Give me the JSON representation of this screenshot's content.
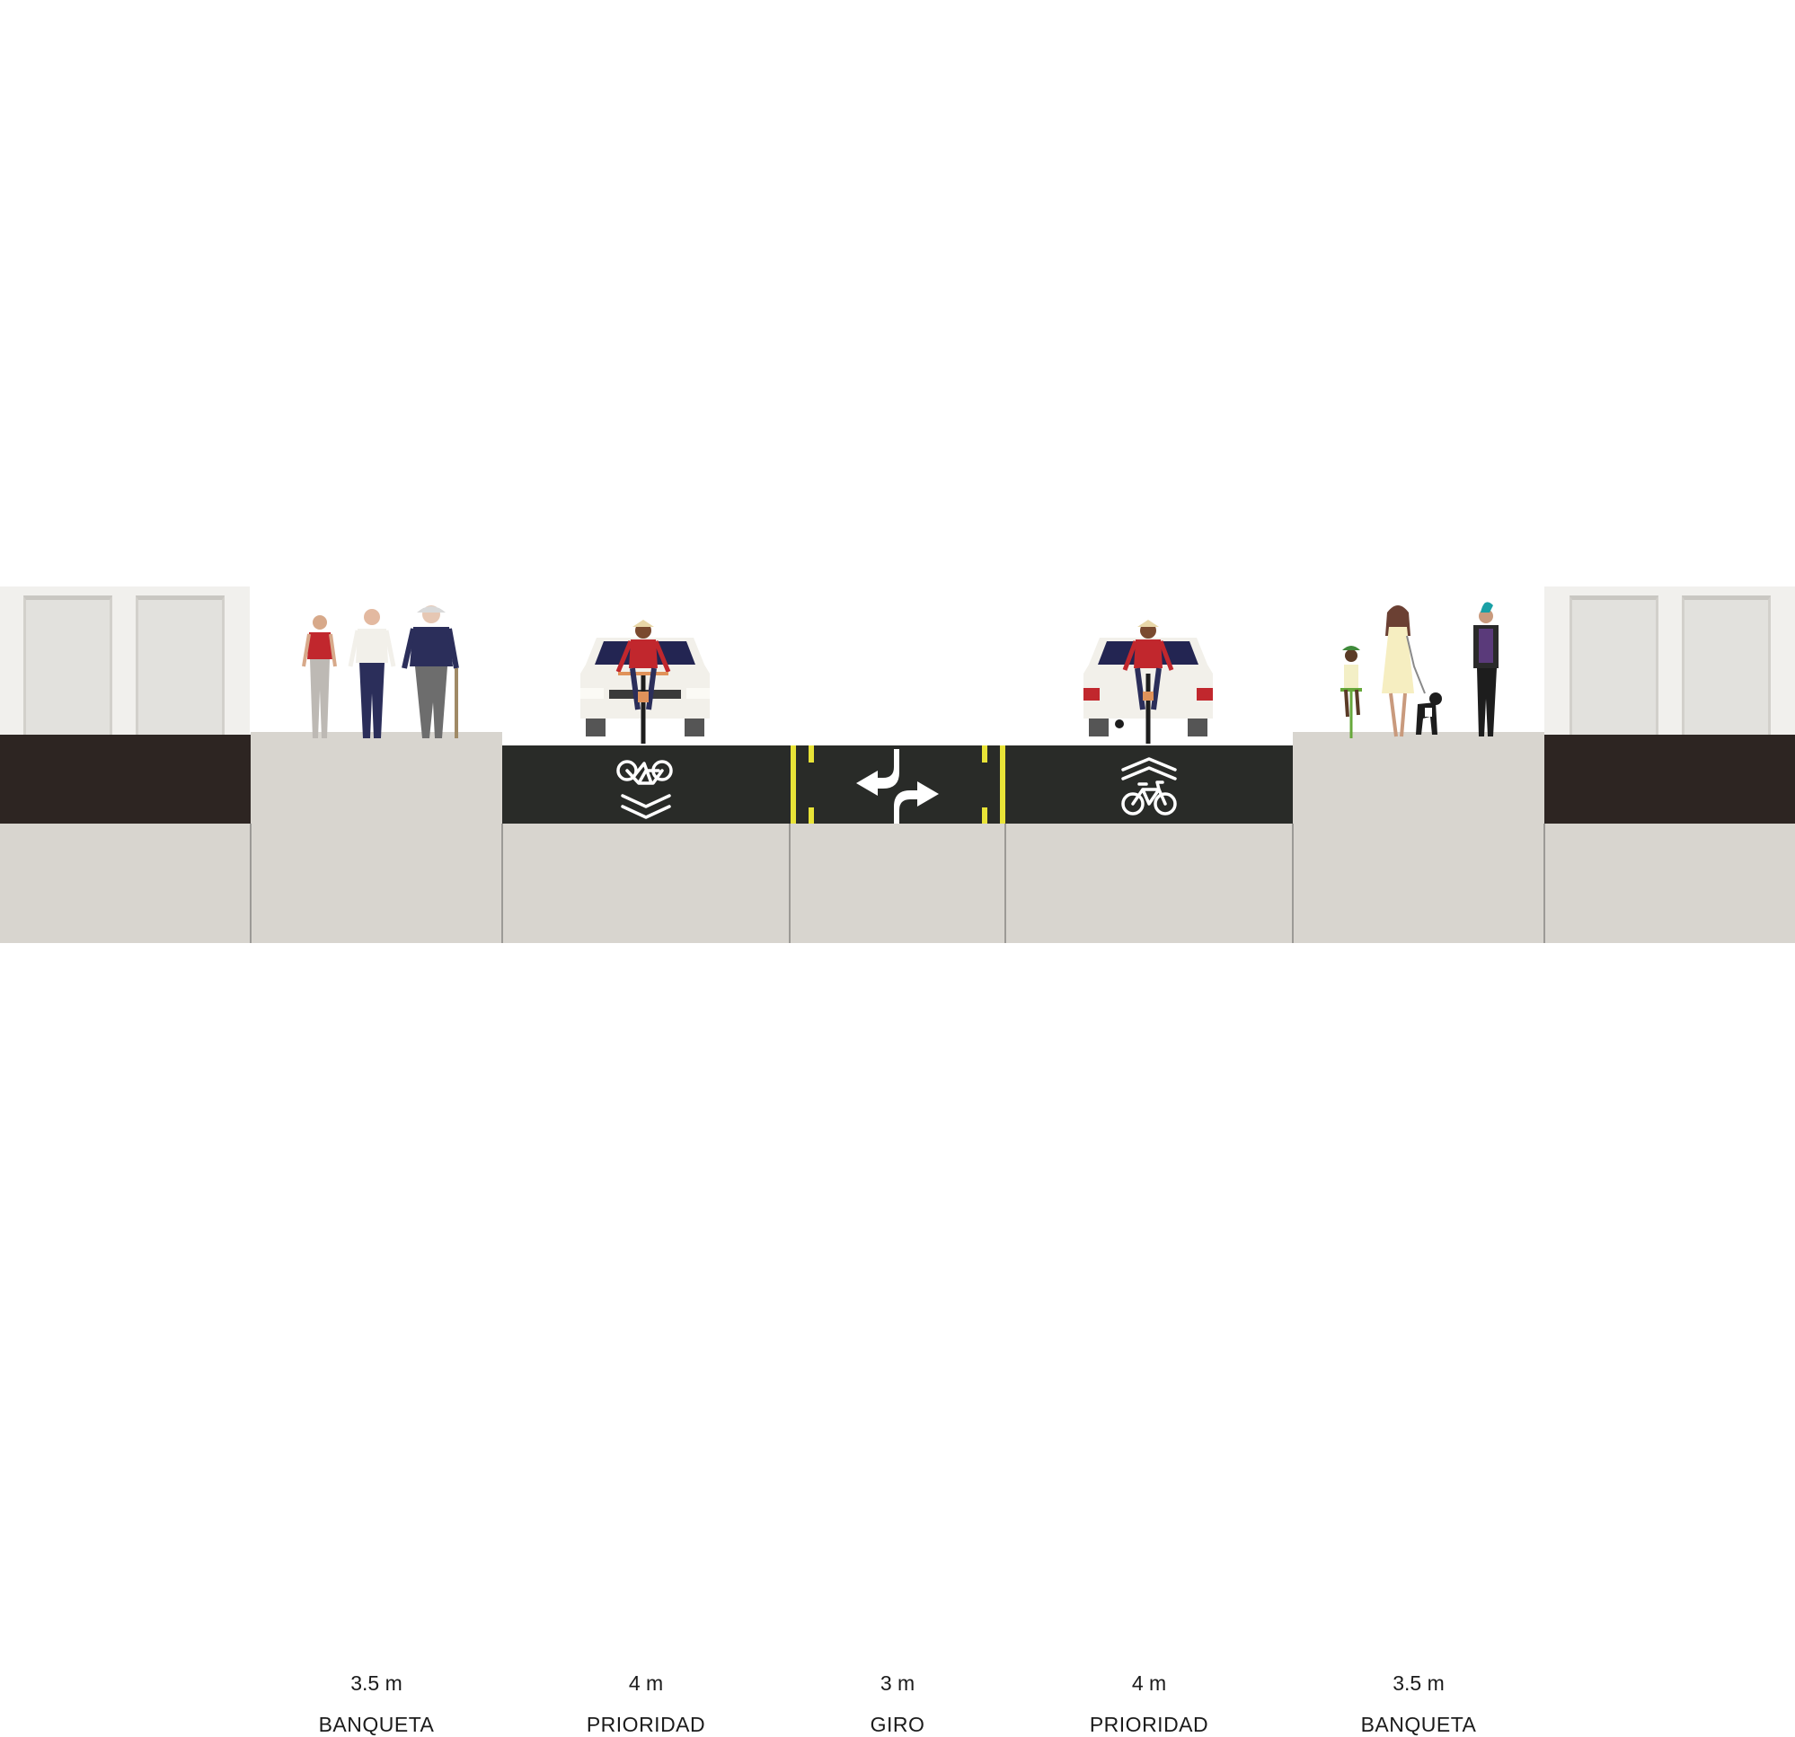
{
  "segments": [
    {
      "width": "3.5 m",
      "name": "BANQUETA"
    },
    {
      "width": "4 m",
      "name": "PRIORIDAD"
    },
    {
      "width": "3 m",
      "name": "GIRO"
    },
    {
      "width": "4 m",
      "name": "PRIORIDAD"
    },
    {
      "width": "3.5 m",
      "name": "BANQUETA"
    }
  ],
  "colors": {
    "asphalt": "#292b28",
    "sidewalk": "#d8d5cf",
    "lane_marking": "#e8e337",
    "building": "#f1f0ed"
  },
  "icons": [
    "tandem-bike-marking-icon",
    "turn-arrows-icon",
    "sharrow-bike-marking-icon"
  ]
}
